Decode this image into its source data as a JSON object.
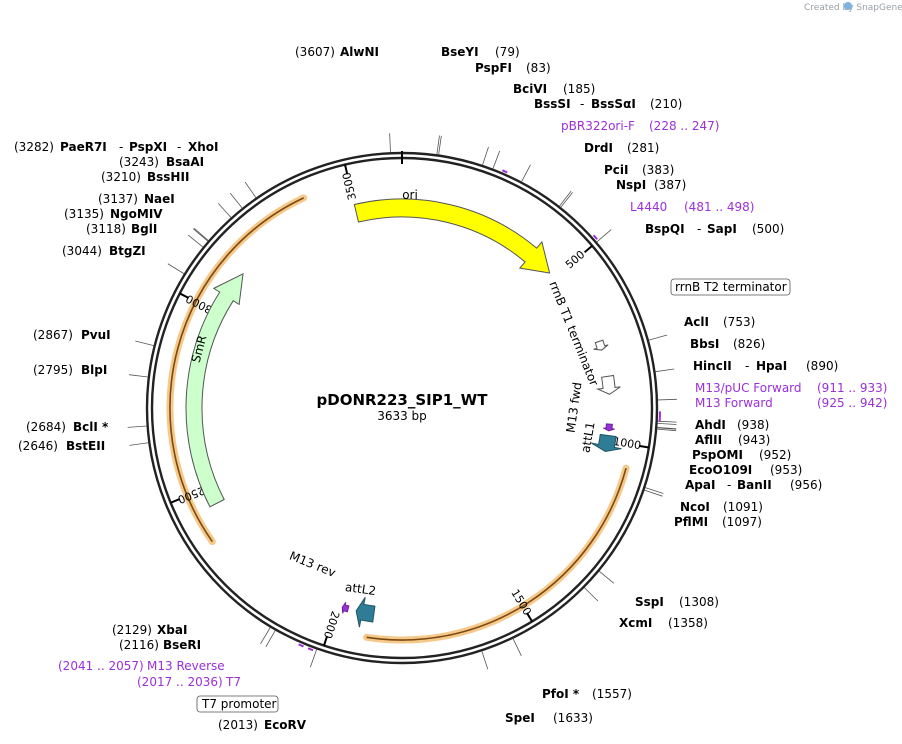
{
  "credit": "Created by SnapGene",
  "plasmid": {
    "name": "pDONR223_SIP1_WT",
    "size_label": "3633 bp",
    "length": 3633
  },
  "ticks": [
    "500",
    "1000",
    "1500",
    "2000",
    "2500",
    "3000",
    "3500"
  ],
  "features": [
    {
      "name": "ori",
      "start": 3500,
      "end": 480,
      "color": "#ffff00"
    },
    {
      "name": "SmR",
      "start": 2450,
      "end": 3130,
      "color": "#ccffcc"
    },
    {
      "name": "attL1",
      "start": 985,
      "end": 1030,
      "color": "#2e7c96"
    },
    {
      "name": "attL2",
      "start": 1895,
      "end": 1945,
      "color": "#2e7c96"
    },
    {
      "name": "M13 fwd",
      "start": 955,
      "end": 970,
      "color": "#9b30d9"
    },
    {
      "name": "M13 rev",
      "start": 1968,
      "end": 1985,
      "color": "#9b30d9"
    },
    {
      "name": "rrnB T1 terminator",
      "start": 820,
      "end": 880,
      "color": "#ffffff"
    },
    {
      "name": "rrnB T2 terminator",
      "start": 720,
      "end": 745,
      "color": "#ffffff"
    }
  ],
  "inserts": [
    {
      "start": 1060,
      "end": 1905
    },
    {
      "start": 2370,
      "end": 3380
    }
  ],
  "sites": [
    {
      "enzyme": "AlwNI",
      "pos": "(3607)",
      "bp": 3607
    },
    {
      "enzyme": "BseYI",
      "pos": "(79)",
      "bp": 79
    },
    {
      "enzyme": "PspFI",
      "pos": "(83)",
      "bp": 83
    },
    {
      "enzyme": "BciVI",
      "pos": "(185)",
      "bp": 185
    },
    {
      "enzyme": "BssSI",
      "pos": "(210)",
      "bp": 210,
      "second": "BssSαI"
    },
    {
      "enzyme": "DrdI",
      "pos": "(281)",
      "bp": 281
    },
    {
      "enzyme": "PciI",
      "pos": "(383)",
      "bp": 383
    },
    {
      "enzyme": "NspI",
      "pos": "(387)",
      "bp": 387
    },
    {
      "enzyme": "BspQI",
      "pos": "(500)",
      "bp": 500,
      "second": "SapI"
    },
    {
      "enzyme": "AclI",
      "pos": "(753)",
      "bp": 753
    },
    {
      "enzyme": "BbsI",
      "pos": "(826)",
      "bp": 826
    },
    {
      "enzyme": "HincII",
      "pos": "(890)",
      "bp": 890,
      "second": "HpaI"
    },
    {
      "enzyme": "AhdI",
      "pos": "(938)",
      "bp": 938
    },
    {
      "enzyme": "AflII",
      "pos": "(943)",
      "bp": 943
    },
    {
      "enzyme": "PspOMI",
      "pos": "(952)",
      "bp": 952
    },
    {
      "enzyme": "EcoO109I",
      "pos": "(953)",
      "bp": 953
    },
    {
      "enzyme": "ApaI",
      "pos": "(956)",
      "bp": 956,
      "second": "BanII"
    },
    {
      "enzyme": "NcoI",
      "pos": "(1091)",
      "bp": 1091
    },
    {
      "enzyme": "PflMI",
      "pos": "(1097)",
      "bp": 1097
    },
    {
      "enzyme": "SspI",
      "pos": "(1308)",
      "bp": 1308
    },
    {
      "enzyme": "XcmI",
      "pos": "(1358)",
      "bp": 1358
    },
    {
      "enzyme": "PfoI *",
      "pos": "(1557)",
      "bp": 1557
    },
    {
      "enzyme": "SpeI",
      "pos": "(1633)",
      "bp": 1633
    },
    {
      "enzyme": "EcoRV",
      "pos": "(2013)",
      "bp": 2013
    },
    {
      "enzyme": "BseRI",
      "pos": "(2116)",
      "bp": 2116
    },
    {
      "enzyme": "XbaI",
      "pos": "(2129)",
      "bp": 2129
    },
    {
      "enzyme": "BstEII",
      "pos": "(2646)",
      "bp": 2646
    },
    {
      "enzyme": "BclI *",
      "pos": "(2684)",
      "bp": 2684
    },
    {
      "enzyme": "BlpI",
      "pos": "(2795)",
      "bp": 2795
    },
    {
      "enzyme": "PvuI",
      "pos": "(2867)",
      "bp": 2867
    },
    {
      "enzyme": "BtgZI",
      "pos": "(3044)",
      "bp": 3044
    },
    {
      "enzyme": "BglI",
      "pos": "(3118)",
      "bp": 3118
    },
    {
      "enzyme": "NgoMIV",
      "pos": "(3135)",
      "bp": 3135
    },
    {
      "enzyme": "NaeI",
      "pos": "(3137)",
      "bp": 3137
    },
    {
      "enzyme": "BssHII",
      "pos": "(3210)",
      "bp": 3210
    },
    {
      "enzyme": "BsaAI",
      "pos": "(3243)",
      "bp": 3243
    },
    {
      "enzyme": "PaeR7I",
      "pos": "(3282)",
      "bp": 3282,
      "second": "PspXI",
      "third": "XhoI"
    }
  ],
  "primers": [
    {
      "name": "pBR322ori-F",
      "range": "(228 .. 247)",
      "bp": 237
    },
    {
      "name": "L4440",
      "range": "(481 .. 498)",
      "bp": 490
    },
    {
      "name": "M13/pUC Forward",
      "range": "(911 .. 933)",
      "bp": 922
    },
    {
      "name": "M13 Forward",
      "range": "(925 .. 942)",
      "bp": 933
    },
    {
      "name": "M13 Reverse",
      "range": "(2041 .. 2057)",
      "bp": 2049
    },
    {
      "name": "T7",
      "range": "(2017 .. 2036)",
      "bp": 2026
    }
  ],
  "boxed_labels": [
    {
      "text": "rrnB T2 terminator",
      "bp": 733
    },
    {
      "text": "T7 promoter",
      "bp": 2005
    }
  ]
}
